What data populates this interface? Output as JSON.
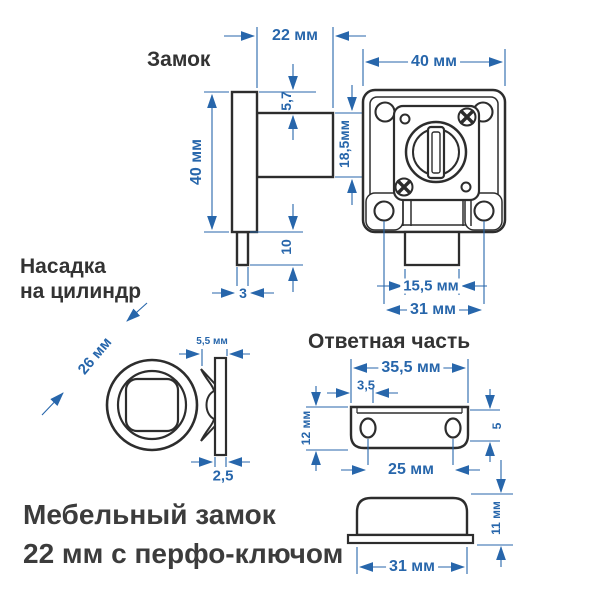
{
  "colors": {
    "dimension_blue": "#2766ab",
    "drawing_line": "#2d2d2d",
    "heading_text": "#333333",
    "caption_text": "#3c3c3c",
    "background": "#ffffff"
  },
  "headings": {
    "lock": "Замок",
    "adapter_line1": "Насадка",
    "adapter_line2": "на цилиндр",
    "strike": "Ответная часть"
  },
  "caption": {
    "line1": "Мебельный замок",
    "line2": "22 мм с перфо-ключом"
  },
  "lock_side_view": {
    "body_width": "22 мм",
    "plate_height": "40 мм",
    "top_offset": "5,7",
    "body_height": "18,5мм",
    "bolt_travel": "10",
    "plate_thickness": "3"
  },
  "lock_front_view": {
    "width": "40 мм",
    "bolt_width": "15,5 мм",
    "hole_spacing": "31 мм"
  },
  "cylinder_adapter": {
    "diameter": "26 мм",
    "washer_depth": "5,5 мм",
    "flange_thickness": "2,5"
  },
  "strike_plate_top": {
    "width": "35,5 мм",
    "hole_edge_offset": "3,5",
    "height": "12 мм",
    "hole_height": "5",
    "hole_spacing": "25 мм"
  },
  "strike_plate_side": {
    "width": "31 мм",
    "height": "11 мм"
  }
}
